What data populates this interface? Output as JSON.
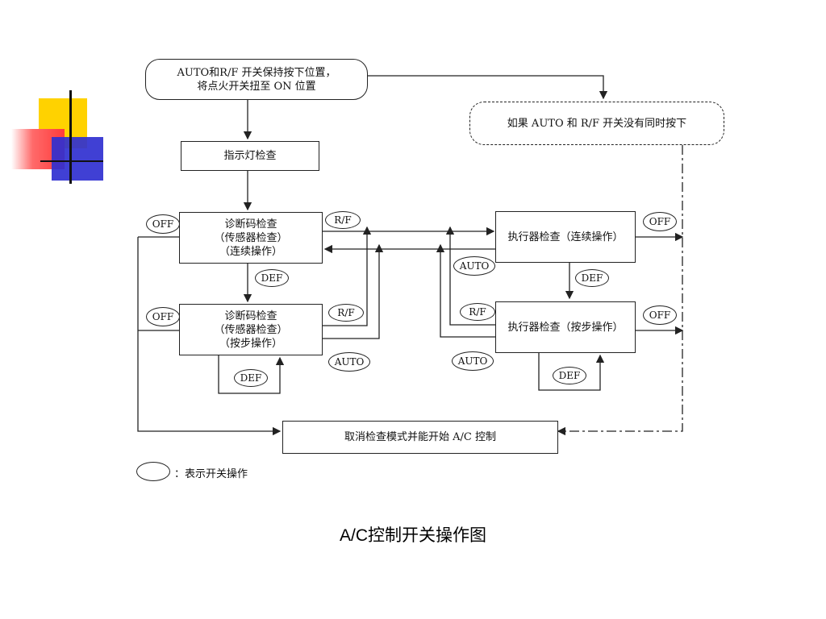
{
  "nodes": {
    "start": [
      "AUTO和R/F 开关保持按下位置，",
      "将点火开关扭至 ON 位置"
    ],
    "not_pressed": "如果 AUTO 和 R/F 开关没有同时按下",
    "indicator": "指示灯检查",
    "diag_cont": [
      "诊断码检查",
      "（传感器检查）",
      "（连续操作）"
    ],
    "diag_step": [
      "诊断码检查",
      "（传感器检查）",
      "（按步操作）"
    ],
    "act_cont": "执行器检查（连续操作）",
    "act_step": "执行器检查（按步操作）",
    "cancel": "取消检查模式并能开始 A/C 控制"
  },
  "switches": {
    "off": "OFF",
    "rf": "R/F",
    "def": "DEF",
    "auto": "AUTO"
  },
  "legend": "：表示开关操作",
  "caption": "A/C控制开关操作图",
  "colors": {
    "deco_yellow": "#ffd200",
    "deco_red": "#ff3b3b",
    "deco_blue": "#3030d0"
  }
}
